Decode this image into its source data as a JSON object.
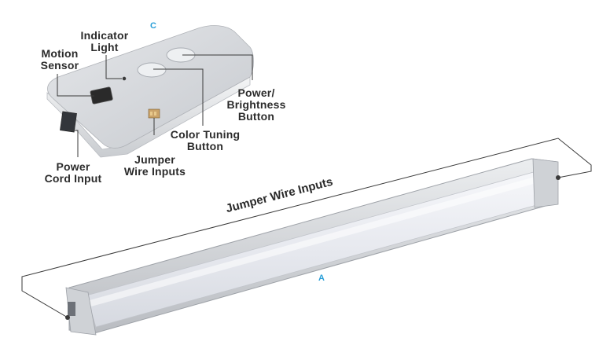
{
  "figure": {
    "letter_controller": "C",
    "letter_bar": "A",
    "controller_labels": {
      "indicator_light": [
        "Indicator",
        "Light"
      ],
      "motion_sensor": [
        "Motion",
        "Sensor"
      ],
      "power_brightness": [
        "Power/",
        "Brightness",
        "Button"
      ],
      "color_tuning": [
        "Color Tuning",
        "Button"
      ],
      "jumper_wire_inputs": [
        "Jumper",
        "Wire Inputs"
      ],
      "power_cord_input": [
        "Power",
        "Cord Input"
      ]
    },
    "bar_label": "Jumper Wire Inputs"
  },
  "colors": {
    "text": "#2b2b2b",
    "letter_accent": "#2a9fd8",
    "housing_silver": "#d7d9dc",
    "lens_white": "#e9ebf1"
  }
}
